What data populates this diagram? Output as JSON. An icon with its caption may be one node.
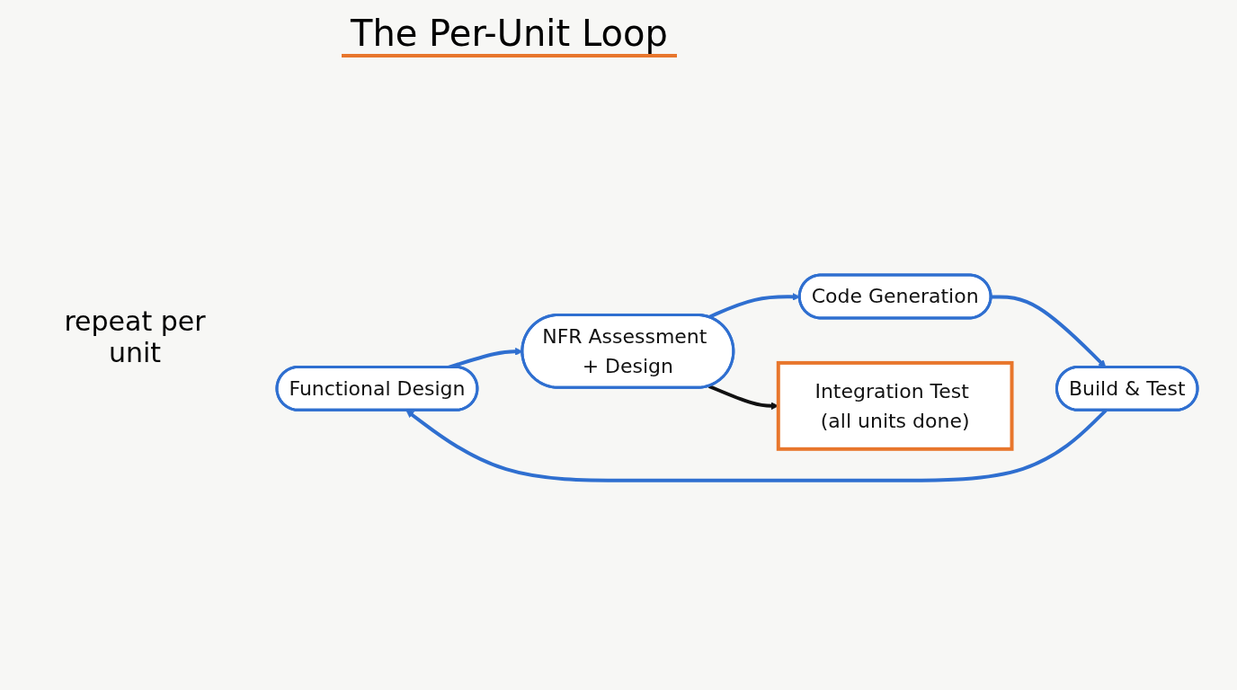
{
  "diagram": {
    "title": "The Per-Unit Loop",
    "nodes": [
      {
        "text": [
          "Functional Design"
        ]
      },
      {
        "text": [
          "NFR Assessment + Design"
        ]
      },
      {
        "text": [
          "Code Generation"
        ]
      },
      {
        "text": [
          "Build & Test"
        ]
      },
      {
        "text": [
          "Integration Test (all units done)"
        ]
      }
    ],
    "edges": [
      {
        "from": 0,
        "to": 1,
        "arrow": "to"
      },
      {
        "from": 1,
        "to": 2,
        "arrow": "to"
      },
      {
        "from": 2,
        "to": 3,
        "arrow": "to"
      },
      {
        "from": 3,
        "to": 0,
        "arrow": "to"
      },
      {
        "from": 1,
        "to": 4,
        "arrow": "to",
        "color": "#111111"
      }
    ],
    "labels": [
      "repeat per unit"
    ]
  }
}
